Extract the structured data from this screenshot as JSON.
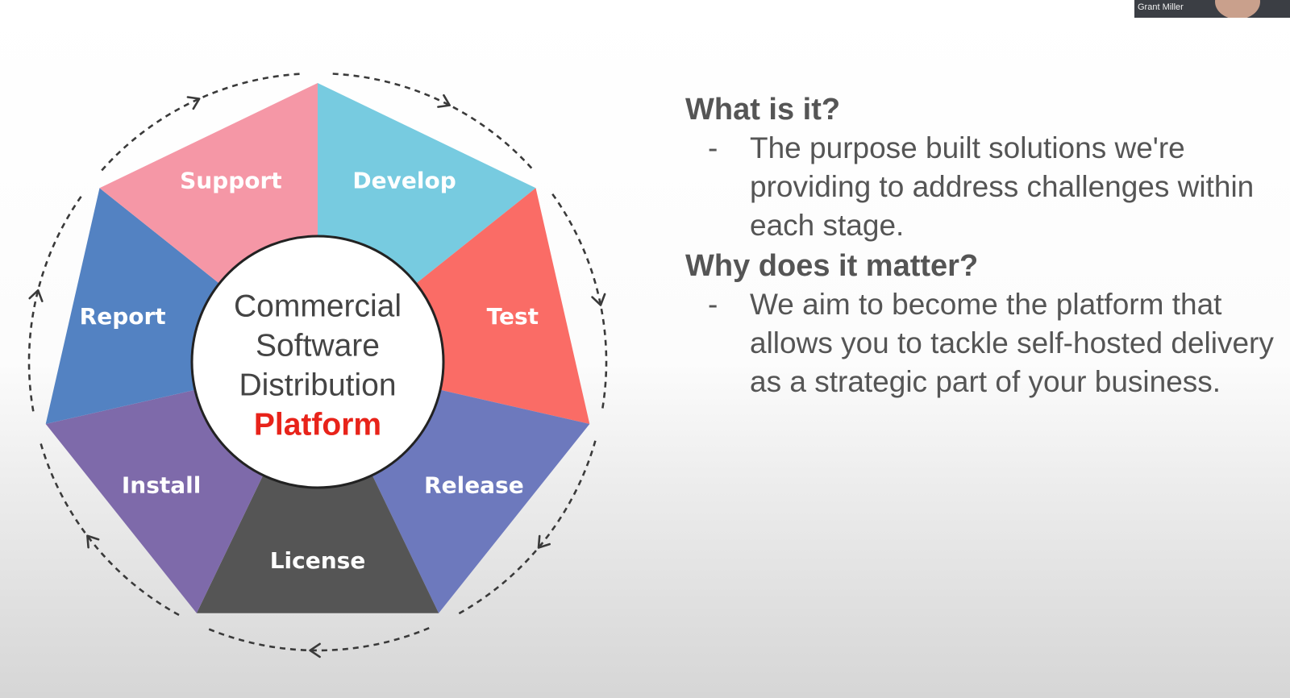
{
  "diagram": {
    "hub": {
      "lines": [
        "Commercial",
        "Software",
        "Distribution"
      ],
      "accent": "Platform"
    },
    "segments": [
      {
        "label": "Develop",
        "color": "#77cbe0"
      },
      {
        "label": "Test",
        "color": "#fa6c66"
      },
      {
        "label": "Release",
        "color": "#6d79bd"
      },
      {
        "label": "License",
        "color": "#555555"
      },
      {
        "label": "Install",
        "color": "#7e6aaa"
      },
      {
        "label": "Report",
        "color": "#5382c2"
      },
      {
        "label": "Support",
        "color": "#f597a6"
      }
    ]
  },
  "notes": {
    "q1": "What is it?",
    "a1_dash": "-",
    "a1": "The purpose built solutions we're providing to address challenges within each stage.",
    "q2": "Why does it matter?",
    "a2_dash": "-",
    "a2": "We aim to become the platform that allows you to tackle self-hosted delivery as a strategic part of your business."
  },
  "webcam": {
    "name": "Grant Miller"
  }
}
